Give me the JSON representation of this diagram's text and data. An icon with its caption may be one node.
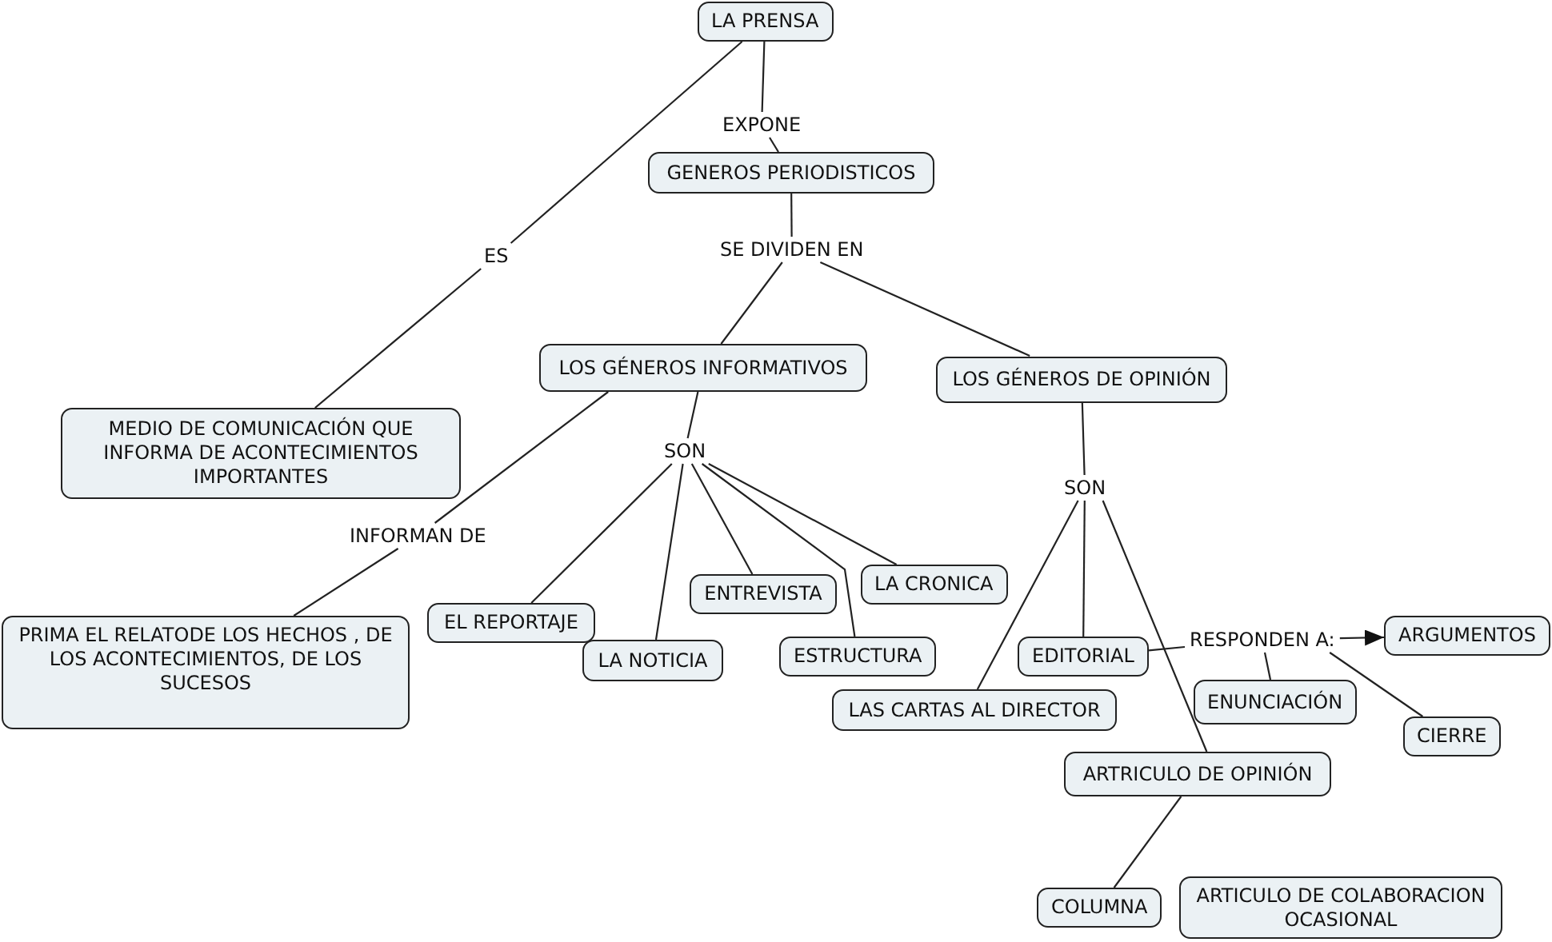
{
  "diagram": {
    "nodes": [
      {
        "text": [
          "LA PRENSA"
        ]
      },
      {
        "text": [
          "EXPONE"
        ]
      },
      {
        "text": [
          "GENEROS PERIODISTICOS"
        ]
      },
      {
        "text": [
          "ES"
        ]
      },
      {
        "text": [
          "SE DIVIDEN EN"
        ]
      },
      {
        "text": [
          "LOS GÉNEROS INFORMATIVOS"
        ]
      },
      {
        "text": [
          "LOS GÉNEROS DE OPINIÓN"
        ]
      },
      {
        "text": [
          "MEDIO DE COMUNICACIÓN QUE INFORMA DE ACONTECIMIENTOS IMPORTANTES"
        ]
      },
      {
        "text": [
          "SON"
        ]
      },
      {
        "text": [
          "INFORMAN DE"
        ]
      },
      {
        "text": [
          "SON"
        ]
      },
      {
        "text": [
          "PRIMA EL RELATODE LOS HECHOS , DE LOS ACONTECIMIENTOS, DE LOS SUCESOS"
        ]
      },
      {
        "text": [
          "EL REPORTAJE"
        ]
      },
      {
        "text": [
          "LA NOTICIA"
        ]
      },
      {
        "text": [
          "ENTREVISTA"
        ]
      },
      {
        "text": [
          "LA CRONICA"
        ]
      },
      {
        "text": [
          "ESTRUCTURA"
        ]
      },
      {
        "text": [
          "EDITORIAL"
        ]
      },
      {
        "text": [
          "RESPONDEN A:"
        ]
      },
      {
        "text": [
          "ARGUMENTOS"
        ]
      },
      {
        "text": [
          "LAS CARTAS AL DIRECTOR"
        ]
      },
      {
        "text": [
          "ENUNCIACIÓN"
        ]
      },
      {
        "text": [
          "CIERRE"
        ]
      },
      {
        "text": [
          "ARTRICULO DE OPINIÓN"
        ]
      },
      {
        "text": [
          "COLUMNA"
        ]
      },
      {
        "text": [
          "ARTICULO DE COLABORACION OCASIONAL"
        ]
      }
    ],
    "edges": [
      {
        "from": 0,
        "to": 1,
        "arrow": "none"
      },
      {
        "from": 1,
        "to": 2,
        "arrow": "none"
      },
      {
        "from": 0,
        "to": 3,
        "arrow": "none"
      },
      {
        "from": 3,
        "to": 7,
        "arrow": "none"
      },
      {
        "from": 2,
        "to": 4,
        "arrow": "none"
      },
      {
        "from": 4,
        "to": 5,
        "arrow": "none"
      },
      {
        "from": 4,
        "to": 6,
        "arrow": "none"
      },
      {
        "from": 5,
        "to": 8,
        "arrow": "none"
      },
      {
        "from": 5,
        "to": 9,
        "arrow": "none"
      },
      {
        "from": 9,
        "to": 11,
        "arrow": "none"
      },
      {
        "from": 8,
        "to": 12,
        "arrow": "none"
      },
      {
        "from": 8,
        "to": 13,
        "arrow": "none"
      },
      {
        "from": 8,
        "to": 14,
        "arrow": "none"
      },
      {
        "from": 8,
        "to": 16,
        "arrow": "none"
      },
      {
        "from": 8,
        "to": 15,
        "arrow": "none"
      },
      {
        "from": 6,
        "to": 10,
        "arrow": "none"
      },
      {
        "from": 10,
        "to": 20,
        "arrow": "none"
      },
      {
        "from": 10,
        "to": 17,
        "arrow": "none"
      },
      {
        "from": 10,
        "to": 23,
        "arrow": "none"
      },
      {
        "from": 17,
        "to": 18,
        "arrow": "none"
      },
      {
        "from": 18,
        "to": 19,
        "arrow": "to"
      },
      {
        "from": 18,
        "to": 21,
        "arrow": "none"
      },
      {
        "from": 18,
        "to": 22,
        "arrow": "none"
      },
      {
        "from": 23,
        "to": 24,
        "arrow": "none"
      }
    ]
  }
}
